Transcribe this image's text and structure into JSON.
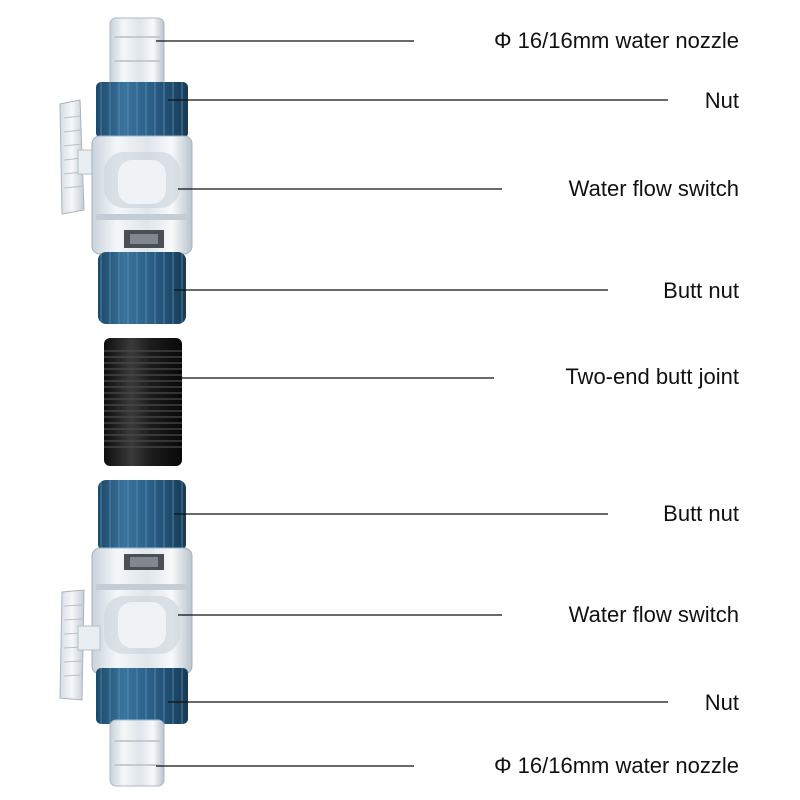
{
  "callouts": [
    {
      "id": "nozzle-top",
      "label": "Φ 16/16mm water nozzle"
    },
    {
      "id": "nut-top",
      "label": "Nut"
    },
    {
      "id": "switch-top",
      "label": "Water flow switch"
    },
    {
      "id": "butt-nut-top",
      "label": "Butt nut"
    },
    {
      "id": "butt-joint",
      "label": "Two-end butt joint"
    },
    {
      "id": "butt-nut-bottom",
      "label": "Butt nut"
    },
    {
      "id": "switch-bottom",
      "label": "Water flow switch"
    },
    {
      "id": "nut-bottom",
      "label": "Nut"
    },
    {
      "id": "nozzle-bottom",
      "label": "Φ 16/16mm water nozzle"
    }
  ],
  "colors": {
    "nut_blue": "#2b5f86",
    "joint_black": "#1a1a1a",
    "clear_plastic": "#e8edf1",
    "leader_line": "#111111"
  }
}
